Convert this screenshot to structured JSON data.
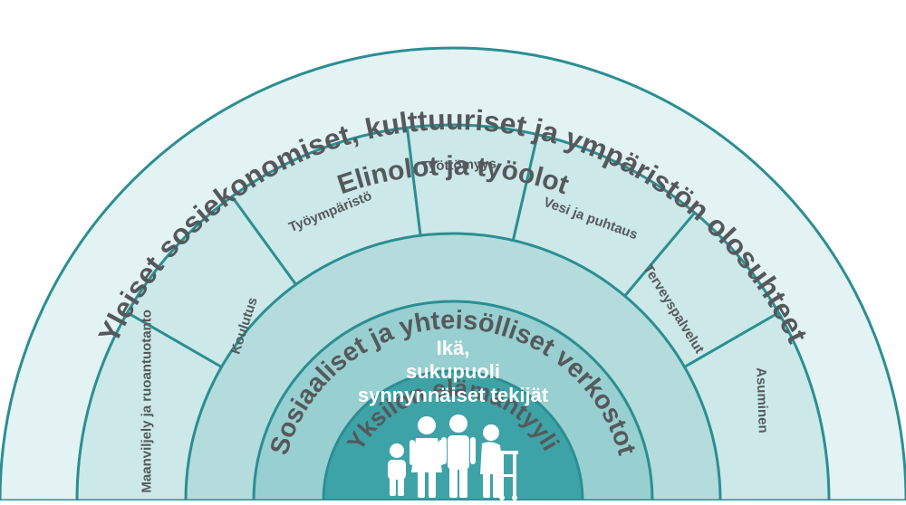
{
  "layers": {
    "outer": {
      "label": "Yleiset sosiekonomiset, kulttuuriset ja ympäristön olosuhteet"
    },
    "living_working": {
      "label": "Elinolot ja työolot",
      "segments": [
        "Maanviljely ja ruoantuotanto",
        "Koulutus",
        "Työympäristö",
        "Työttömyys",
        "Vesi ja puhtaus",
        "Terveyspalvelut",
        "Asuminen"
      ]
    },
    "social": {
      "label": "Sosiaaliset ja yhteisölliset verkostot"
    },
    "lifestyle": {
      "label": "Yksilön elämäntyyli"
    },
    "core": {
      "lines": [
        "Ikä,",
        "sukupuoli",
        "synnynnäiset tekijät"
      ],
      "figures": [
        "child-figure",
        "woman-figure",
        "man-figure",
        "elderly-with-walker-figure"
      ]
    }
  },
  "colors": {
    "outer_fill": "#e3f2f2",
    "living_fill": "#cce8e8",
    "social_fill": "#b4dcdc",
    "lifestyle_fill": "#98cfd0",
    "core_fill": "#3ea3a7",
    "stroke": "#2b8e92",
    "text": "#55595c",
    "white": "#ffffff"
  }
}
